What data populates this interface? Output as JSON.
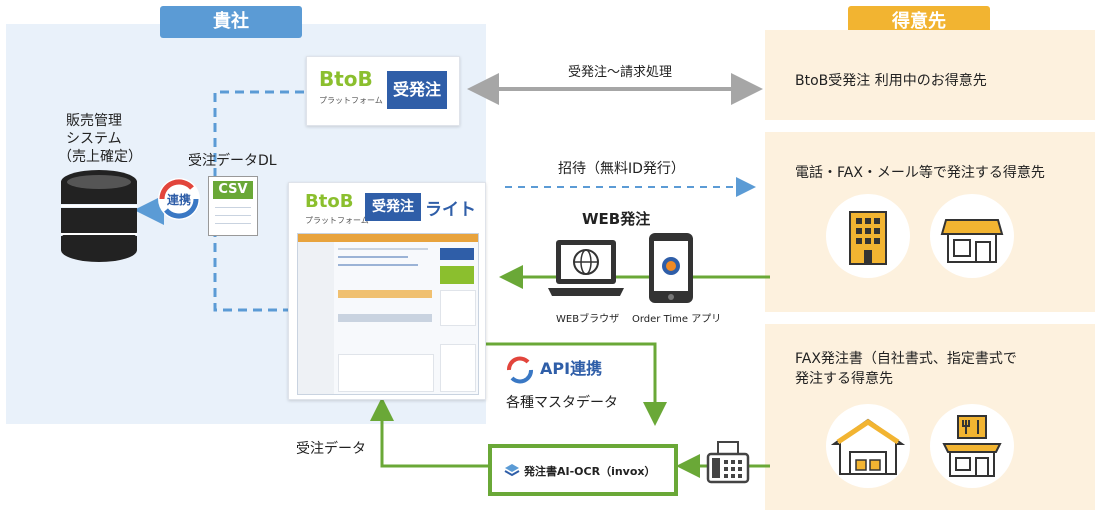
{
  "company": {
    "label": "貴社"
  },
  "client": {
    "label": "得意先"
  },
  "btob_main": {
    "logo_b": "BtoB",
    "logo_sub": "プラットフォーム",
    "badge": "受発注"
  },
  "btob_lite": {
    "logo_b": "BtoB",
    "logo_sub": "プラットフォーム",
    "badge": "受発注",
    "suffix": "ライト"
  },
  "sales_system": {
    "line1": "販売管理",
    "line2": "システム",
    "line3": "（売上確定）"
  },
  "csv": {
    "download_label": "受注データDL",
    "file_label": "CSV",
    "sync_label": "連携"
  },
  "arrows": {
    "order_to_invoice": "受発注〜請求処理",
    "invite": "招待（無料ID発行）",
    "web_order": "WEB発注",
    "order_data": "受注データ"
  },
  "devices": {
    "browser_label": "WEBブラウザ",
    "app_label": "Order Time アプリ"
  },
  "api": {
    "title": "API連携",
    "subtitle": "各種マスタデータ"
  },
  "ocr": {
    "label": "発注書AI-OCR（invox）"
  },
  "clients": {
    "btob_user": "BtoB受発注 利用中のお得意先",
    "phone_fax": "電話・FAX・メール等で発注する得意先",
    "fax_form_line1": "FAX発注書（自社書式、指定書式で",
    "fax_form_line2": "発注する得意先"
  },
  "colors": {
    "blue_dash": "#5b9bd5",
    "green": "#6aa837",
    "gray_arrow": "#a6a6a6",
    "orange": "#f2b431",
    "navy": "#2f5ea8"
  }
}
